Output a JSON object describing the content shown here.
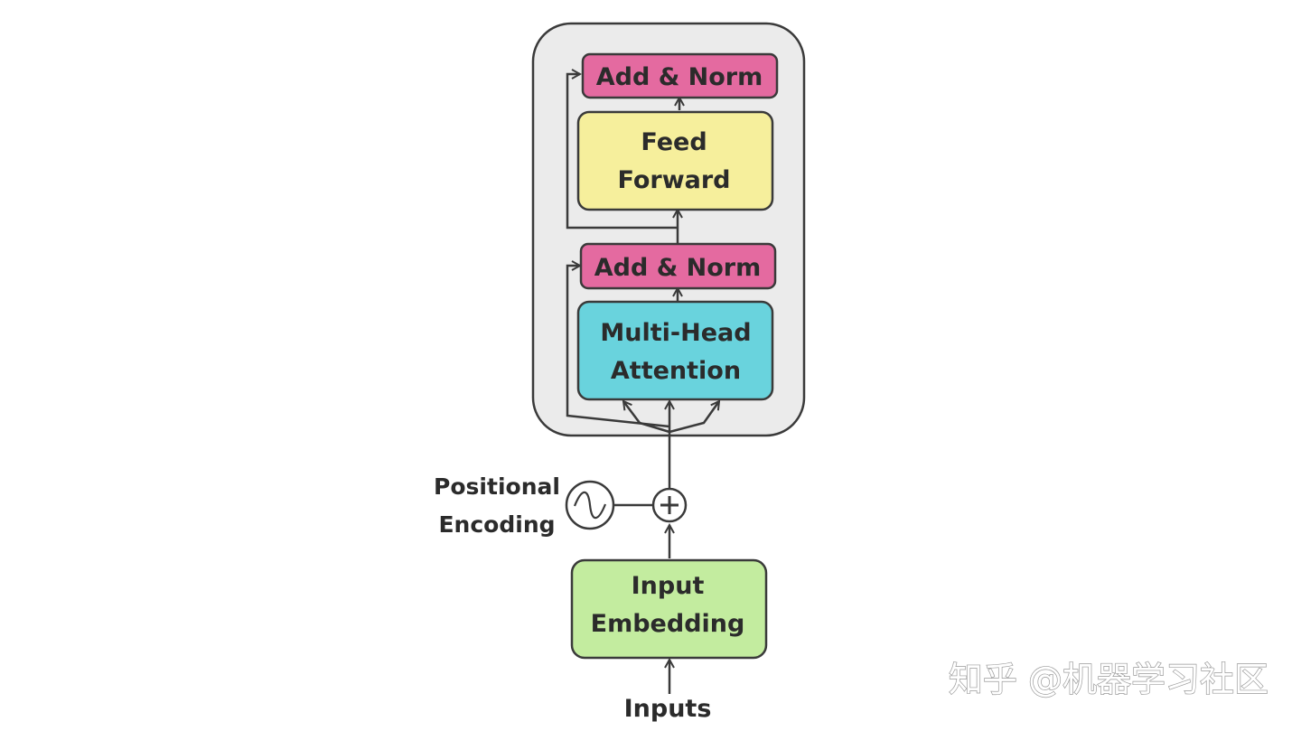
{
  "diagram": {
    "blocks": {
      "add_norm_top": {
        "label": "Add & Norm",
        "color": "#e46aa0"
      },
      "feed_forward": {
        "line1": "Feed",
        "line2": "Forward",
        "color": "#f6ef9c"
      },
      "add_norm_bottom": {
        "label": "Add & Norm",
        "color": "#e46aa0"
      },
      "multi_head_attention": {
        "line1": "Multi-Head",
        "line2": "Attention",
        "color": "#69d3dd"
      },
      "input_embedding": {
        "line1": "Input",
        "line2": "Embedding",
        "color": "#c3ec9f"
      }
    },
    "positional_encoding": {
      "line1": "Positional",
      "line2": "Encoding",
      "icon": "sine-wave-icon"
    },
    "adder": {
      "icon": "plus-circle-icon"
    },
    "inputs_label": "Inputs",
    "encoder_container_color": "#ebebeb"
  },
  "watermark": "知乎 @机器学习社区"
}
